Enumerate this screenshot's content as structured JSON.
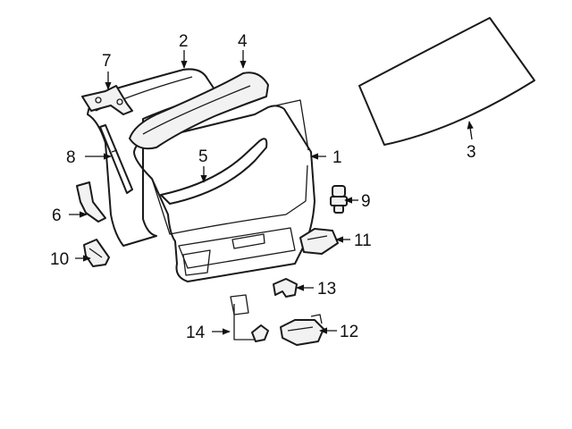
{
  "callouts": {
    "c1": "1",
    "c2": "2",
    "c3": "3",
    "c4": "4",
    "c5": "5",
    "c6": "6",
    "c7": "7",
    "c8": "8",
    "c9": "9",
    "c10": "10",
    "c11": "11",
    "c12": "12",
    "c13": "13",
    "c14": "14"
  },
  "colors": {
    "line": "#1a1a1a",
    "background": "#ffffff"
  }
}
